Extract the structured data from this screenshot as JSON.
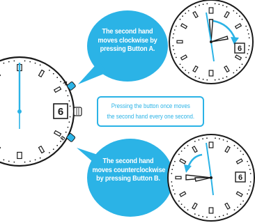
{
  "callouts": {
    "clockwise": {
      "lines": [
        "The second hand",
        "moves clockwise by",
        "pressing Button A."
      ]
    },
    "counterclockwise": {
      "lines": [
        "The second hand",
        "moves counterclockwise",
        "by pressing Button B."
      ]
    }
  },
  "info_box": {
    "lines": [
      "Pressing the button once moves",
      "the second hand every one second."
    ]
  },
  "dials": {
    "date_value": "6",
    "crown_markings": [
      "A",
      "B"
    ]
  },
  "colors": {
    "accent_blue": "#2bb3e6",
    "hand_dark": "#1a1a1a",
    "button_blue": "#2bb3e6"
  }
}
